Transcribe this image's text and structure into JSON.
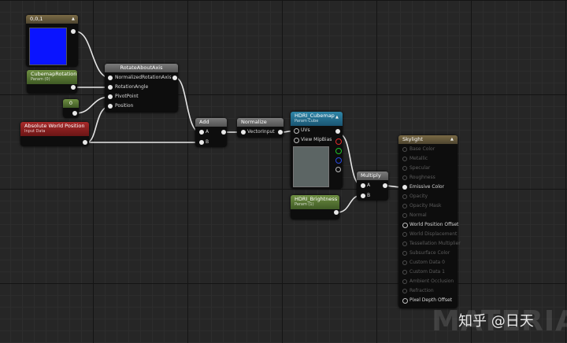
{
  "nodes": {
    "constant": {
      "title": "0,0,1",
      "preview_color": "#0a14ff"
    },
    "cubemap_rotation": {
      "title": "CubemapRotation",
      "subtitle": "Param (0)"
    },
    "scalar_zero": {
      "title": "0"
    },
    "world_position": {
      "title": "Absolute World Position",
      "subtitle": "Input Data"
    },
    "rotate_about_axis": {
      "title": "RotateAboutAxis",
      "pins": [
        "NormalizedRotationAxis",
        "RotationAngle",
        "PivotPoint",
        "Position"
      ]
    },
    "add": {
      "title": "Add",
      "pins": [
        "A",
        "B"
      ]
    },
    "normalize": {
      "title": "Normalize",
      "pins": [
        "VectorInput"
      ]
    },
    "hdri_cubemap": {
      "title": "HDRI_Cubemap",
      "subtitle": "Param Cube",
      "pins": [
        "UVs",
        "View MipBias"
      ]
    },
    "hdri_brightness": {
      "title": "HDRI_Brightness",
      "subtitle": "Param (1)"
    },
    "multiply": {
      "title": "Multiply",
      "pins": [
        "A",
        "B"
      ]
    },
    "skylight": {
      "title": "Skylight",
      "pins": [
        {
          "label": "Base Color",
          "active": false
        },
        {
          "label": "Metallic",
          "active": false
        },
        {
          "label": "Specular",
          "active": false
        },
        {
          "label": "Roughness",
          "active": false
        },
        {
          "label": "Emissive Color",
          "active": true
        },
        {
          "label": "Opacity",
          "active": false
        },
        {
          "label": "Opacity Mask",
          "active": false
        },
        {
          "label": "Normal",
          "active": false
        },
        {
          "label": "World Position Offset",
          "active": true
        },
        {
          "label": "World Displacement",
          "active": false
        },
        {
          "label": "Tessellation Multiplier",
          "active": false
        },
        {
          "label": "Subsurface Color",
          "active": false
        },
        {
          "label": "Custom Data 0",
          "active": false
        },
        {
          "label": "Custom Data 1",
          "active": false
        },
        {
          "label": "Ambient Occlusion",
          "active": false
        },
        {
          "label": "Refraction",
          "active": false
        },
        {
          "label": "Pixel Depth Offset",
          "active": true
        }
      ]
    }
  },
  "watermark": {
    "text": "MATERIAL"
  },
  "credit": {
    "text": "知乎 @日天"
  }
}
